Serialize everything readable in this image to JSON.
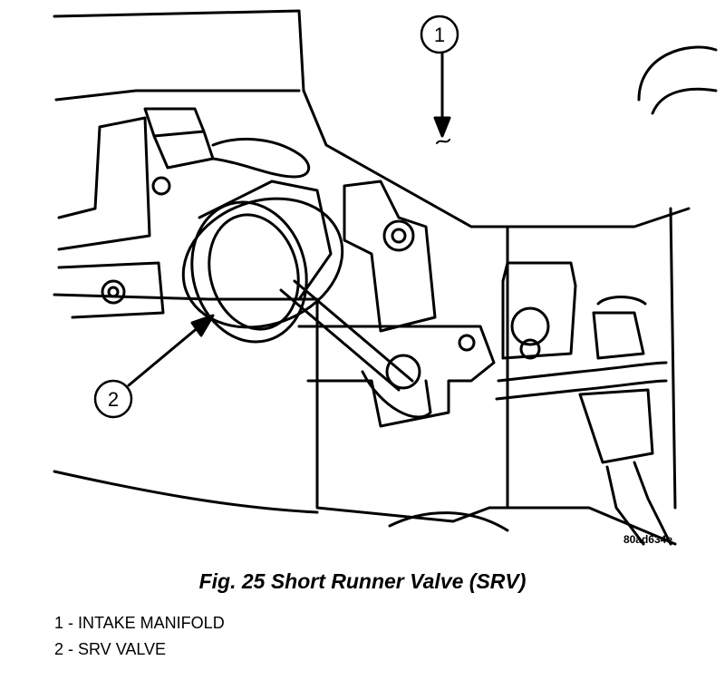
{
  "figure": {
    "callouts": [
      {
        "number": "1"
      },
      {
        "number": "2"
      }
    ],
    "code": "80ad634e",
    "caption": "Fig. 25 Short Runner Valve (SRV)"
  },
  "legend": [
    {
      "text": "1 - INTAKE MANIFOLD"
    },
    {
      "text": "2 - SRV VALVE"
    }
  ]
}
